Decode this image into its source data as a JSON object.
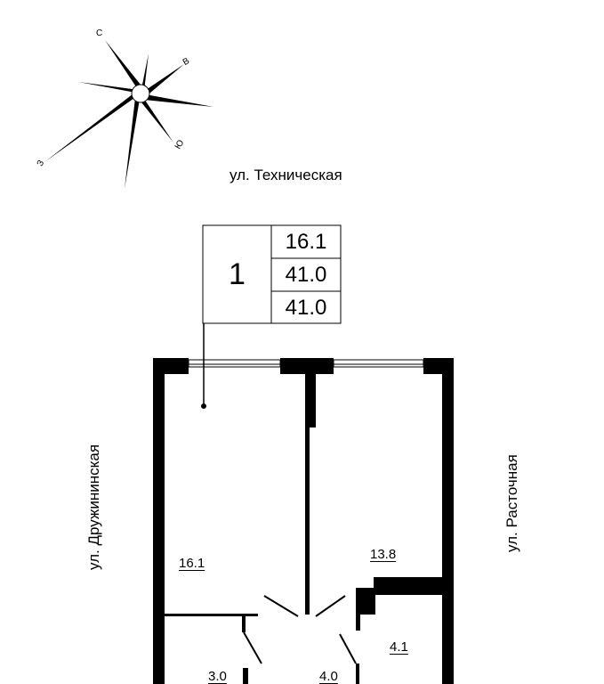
{
  "compass": {
    "north": "С",
    "east": "В",
    "south": "Ю",
    "west": "З"
  },
  "streets": {
    "top": "ул. Техническая",
    "left": "ул. Дружининская",
    "right": "ул. Расточная"
  },
  "legend": {
    "apartment_number": "1",
    "living_area": "16.1",
    "total_area": "41.0",
    "total_area_with_balcony": "41.0"
  },
  "rooms": [
    {
      "label": "16.1"
    },
    {
      "label": "13.8"
    },
    {
      "label": "4.1"
    },
    {
      "label": "3.0"
    },
    {
      "label": "4.0"
    }
  ]
}
